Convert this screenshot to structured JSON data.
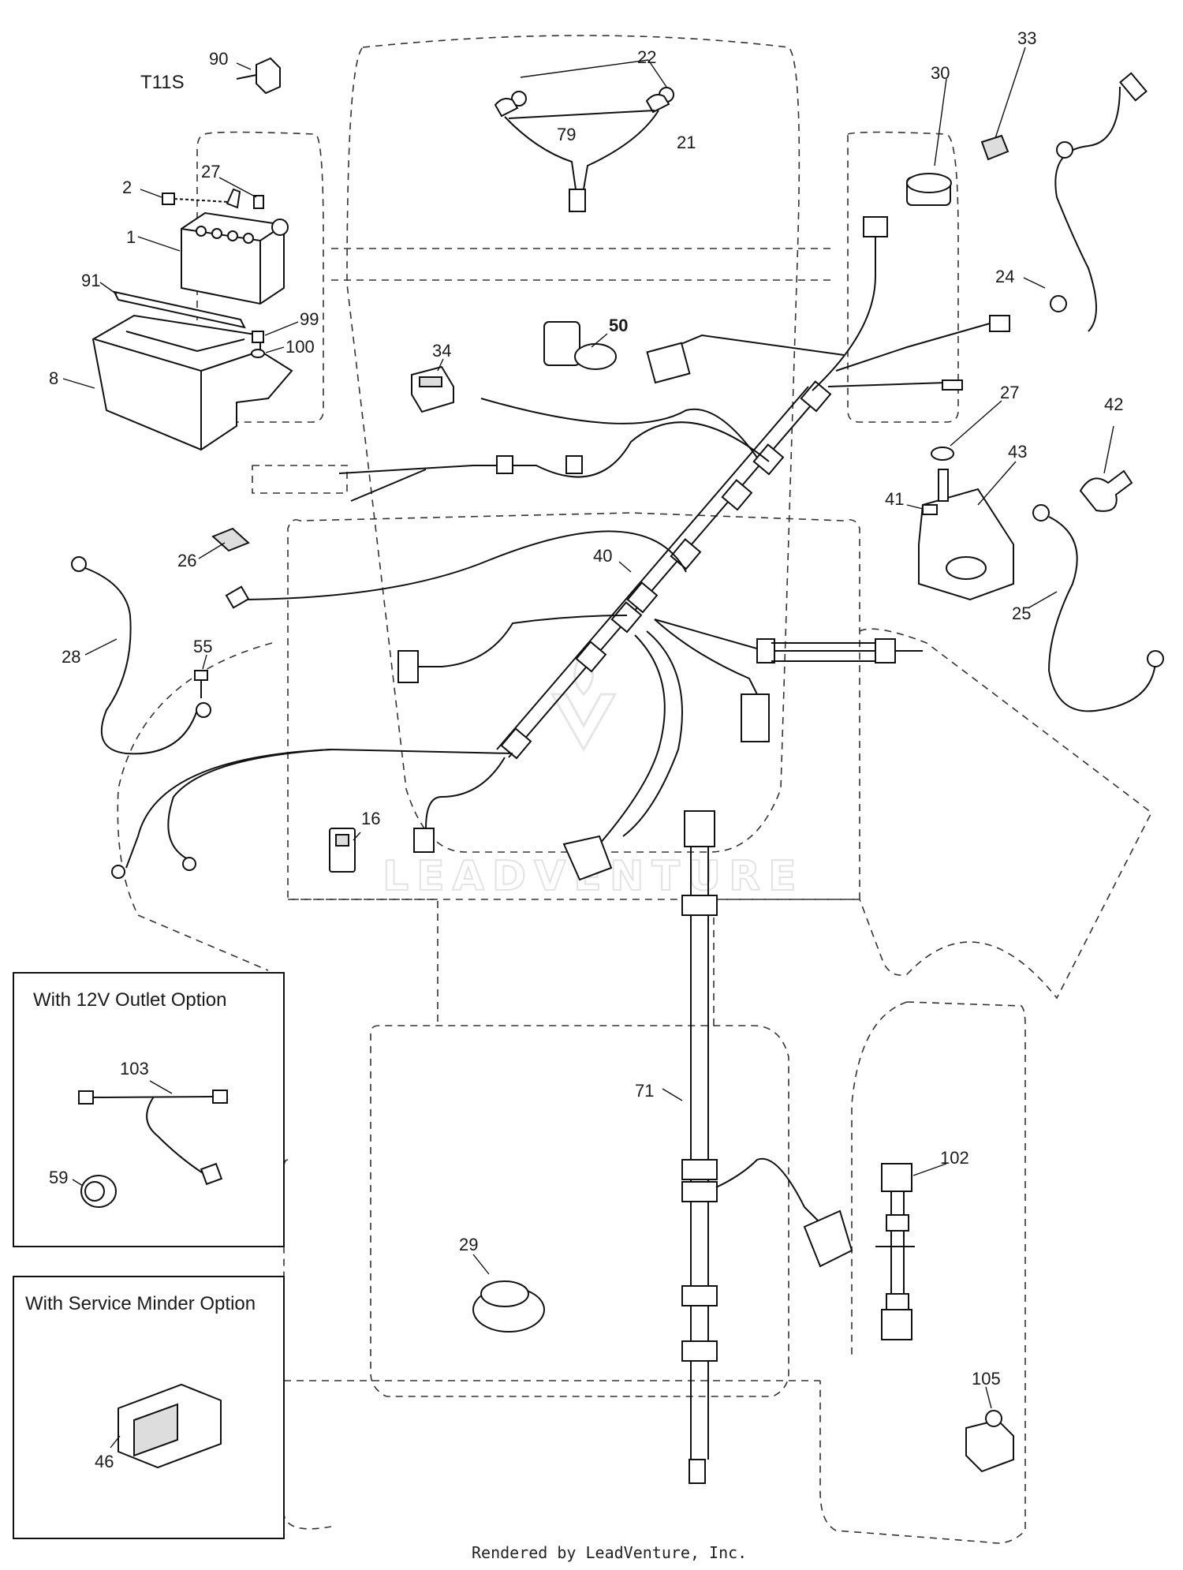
{
  "model_code": "T11S",
  "footer_text": "Rendered by LeadVenture, Inc.",
  "watermark_text": "LEADVENTURE",
  "insets": {
    "outlet_option": "With 12V Outlet Option",
    "service_minder_option": "With Service Minder Option"
  },
  "callouts": [
    {
      "id": "c90",
      "label": "90"
    },
    {
      "id": "c22",
      "label": "22"
    },
    {
      "id": "c79",
      "label": "79"
    },
    {
      "id": "c21",
      "label": "21"
    },
    {
      "id": "c30",
      "label": "30"
    },
    {
      "id": "c33",
      "label": "33"
    },
    {
      "id": "c2",
      "label": "2"
    },
    {
      "id": "c27a",
      "label": "27"
    },
    {
      "id": "c1",
      "label": "1"
    },
    {
      "id": "c91",
      "label": "91"
    },
    {
      "id": "c99",
      "label": "99"
    },
    {
      "id": "c100",
      "label": "100"
    },
    {
      "id": "c8",
      "label": "8"
    },
    {
      "id": "c24",
      "label": "24"
    },
    {
      "id": "c50",
      "label": "50"
    },
    {
      "id": "c34",
      "label": "34"
    },
    {
      "id": "c27b",
      "label": "27"
    },
    {
      "id": "c42",
      "label": "42"
    },
    {
      "id": "c43",
      "label": "43"
    },
    {
      "id": "c41",
      "label": "41"
    },
    {
      "id": "c26",
      "label": "26"
    },
    {
      "id": "c40",
      "label": "40"
    },
    {
      "id": "c25",
      "label": "25"
    },
    {
      "id": "c28",
      "label": "28"
    },
    {
      "id": "c55",
      "label": "55"
    },
    {
      "id": "c16",
      "label": "16"
    },
    {
      "id": "c103",
      "label": "103"
    },
    {
      "id": "c59",
      "label": "59"
    },
    {
      "id": "c71",
      "label": "71"
    },
    {
      "id": "c102",
      "label": "102"
    },
    {
      "id": "c29",
      "label": "29"
    },
    {
      "id": "c46",
      "label": "46"
    },
    {
      "id": "c105",
      "label": "105"
    }
  ]
}
